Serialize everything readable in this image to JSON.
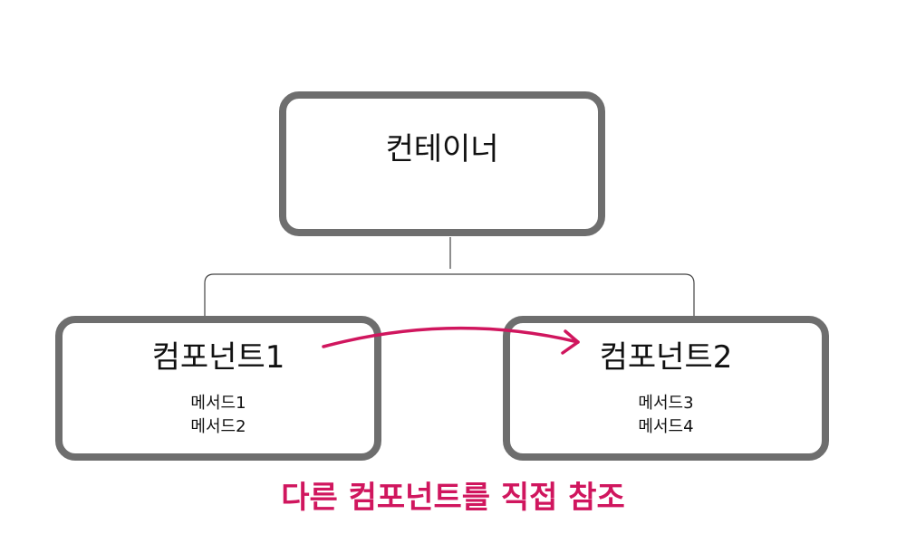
{
  "diagram": {
    "container": {
      "label": "컨테이너"
    },
    "component1": {
      "label": "컴포넌트1",
      "methods": [
        "메서드1",
        "메서드2"
      ]
    },
    "component2": {
      "label": "컴포넌트2",
      "methods": [
        "메서드3",
        "메서드4"
      ]
    },
    "caption": "다른 컴포넌트를 직접 참조"
  },
  "colors": {
    "box_border": "#6e6e6e",
    "connector": "#444444",
    "accent": "#d0165e",
    "text": "#111111"
  }
}
